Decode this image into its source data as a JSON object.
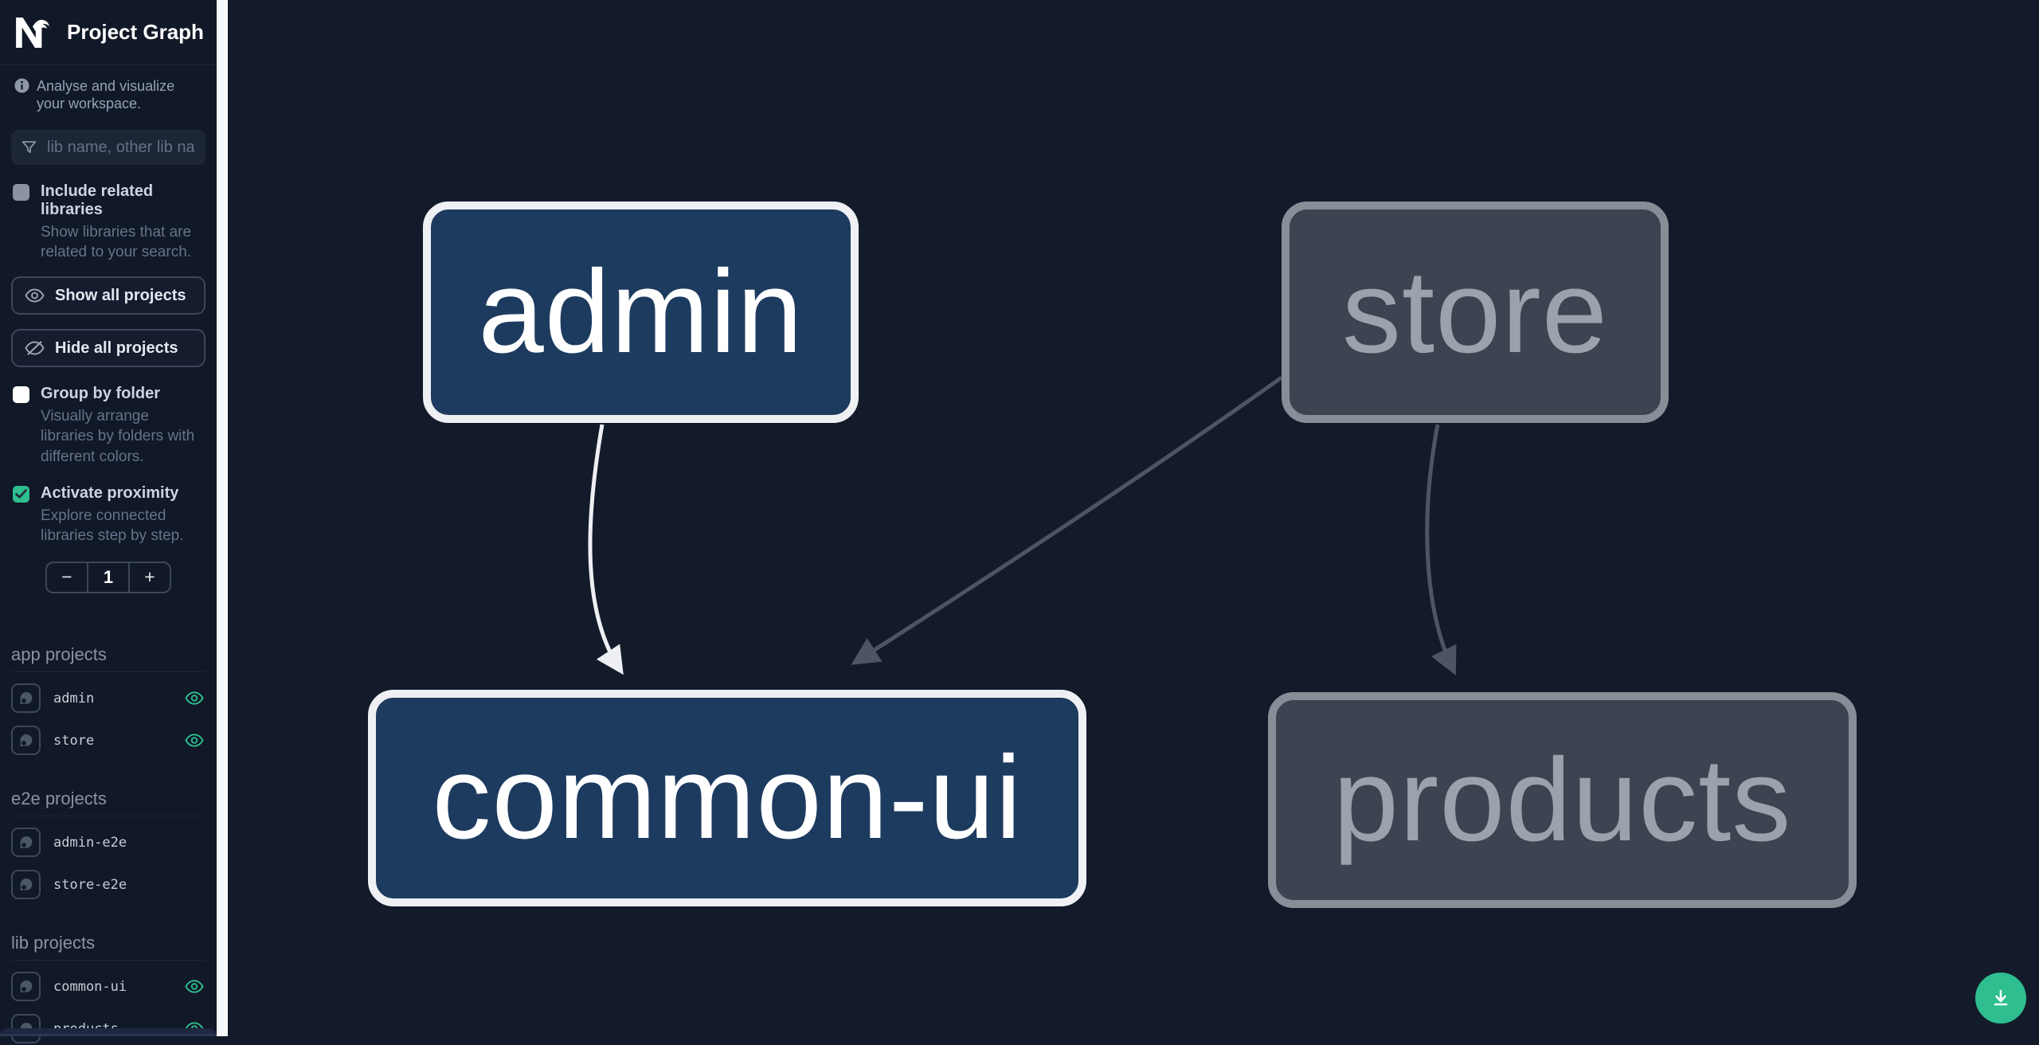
{
  "app": {
    "title": "Project Graph"
  },
  "sidebar": {
    "tagline": "Analyse and visualize your workspace.",
    "search": {
      "placeholder": "lib name, other lib name"
    },
    "options": [
      {
        "label": "Include related libraries",
        "description": "Show libraries that are related to your search.",
        "checked": false
      },
      {
        "label": "Group by folder",
        "description": "Visually arrange libraries by folders with different colors.",
        "checked": false
      },
      {
        "label": "Activate proximity",
        "description": "Explore connected libraries step by step.",
        "checked": true
      }
    ],
    "buttons": {
      "show_all": "Show all projects",
      "hide_all": "Hide all projects"
    },
    "proximity_stepper": {
      "decrement": "−",
      "value": "1",
      "increment": "+"
    },
    "sections": [
      {
        "title": "app projects",
        "projects": [
          {
            "name": "admin",
            "visible": true
          },
          {
            "name": "store",
            "visible": true
          }
        ]
      },
      {
        "title": "e2e projects",
        "projects": [
          {
            "name": "admin-e2e",
            "visible": false
          },
          {
            "name": "store-e2e",
            "visible": false
          }
        ]
      },
      {
        "title": "lib projects",
        "projects": [
          {
            "name": "common-ui",
            "visible": true
          },
          {
            "name": "products",
            "visible": true
          }
        ]
      }
    ]
  },
  "graph": {
    "nodes": [
      {
        "id": "admin",
        "label": "admin",
        "state": "focused"
      },
      {
        "id": "store",
        "label": "store",
        "state": "faded"
      },
      {
        "id": "common-ui",
        "label": "common-ui",
        "state": "focused"
      },
      {
        "id": "products",
        "label": "products",
        "state": "faded"
      }
    ],
    "edges": [
      {
        "from": "admin",
        "to": "common-ui",
        "state": "focused"
      },
      {
        "from": "store",
        "to": "common-ui",
        "state": "faded"
      },
      {
        "from": "store",
        "to": "products",
        "state": "faded"
      }
    ]
  },
  "colors": {
    "accent_teal": "#2ebe8f",
    "sidebar_bg": "#111827",
    "canvas_bg": "#131b2b",
    "focused_node_fill": "#1d3b5f",
    "focused_node_border": "#eef0f3",
    "faded_node_fill": "#3d4451",
    "faded_node_border": "#878e98",
    "edge_focused": "#edeff2",
    "edge_faded": "#4d5565"
  },
  "fab": {
    "action": "download-image"
  }
}
